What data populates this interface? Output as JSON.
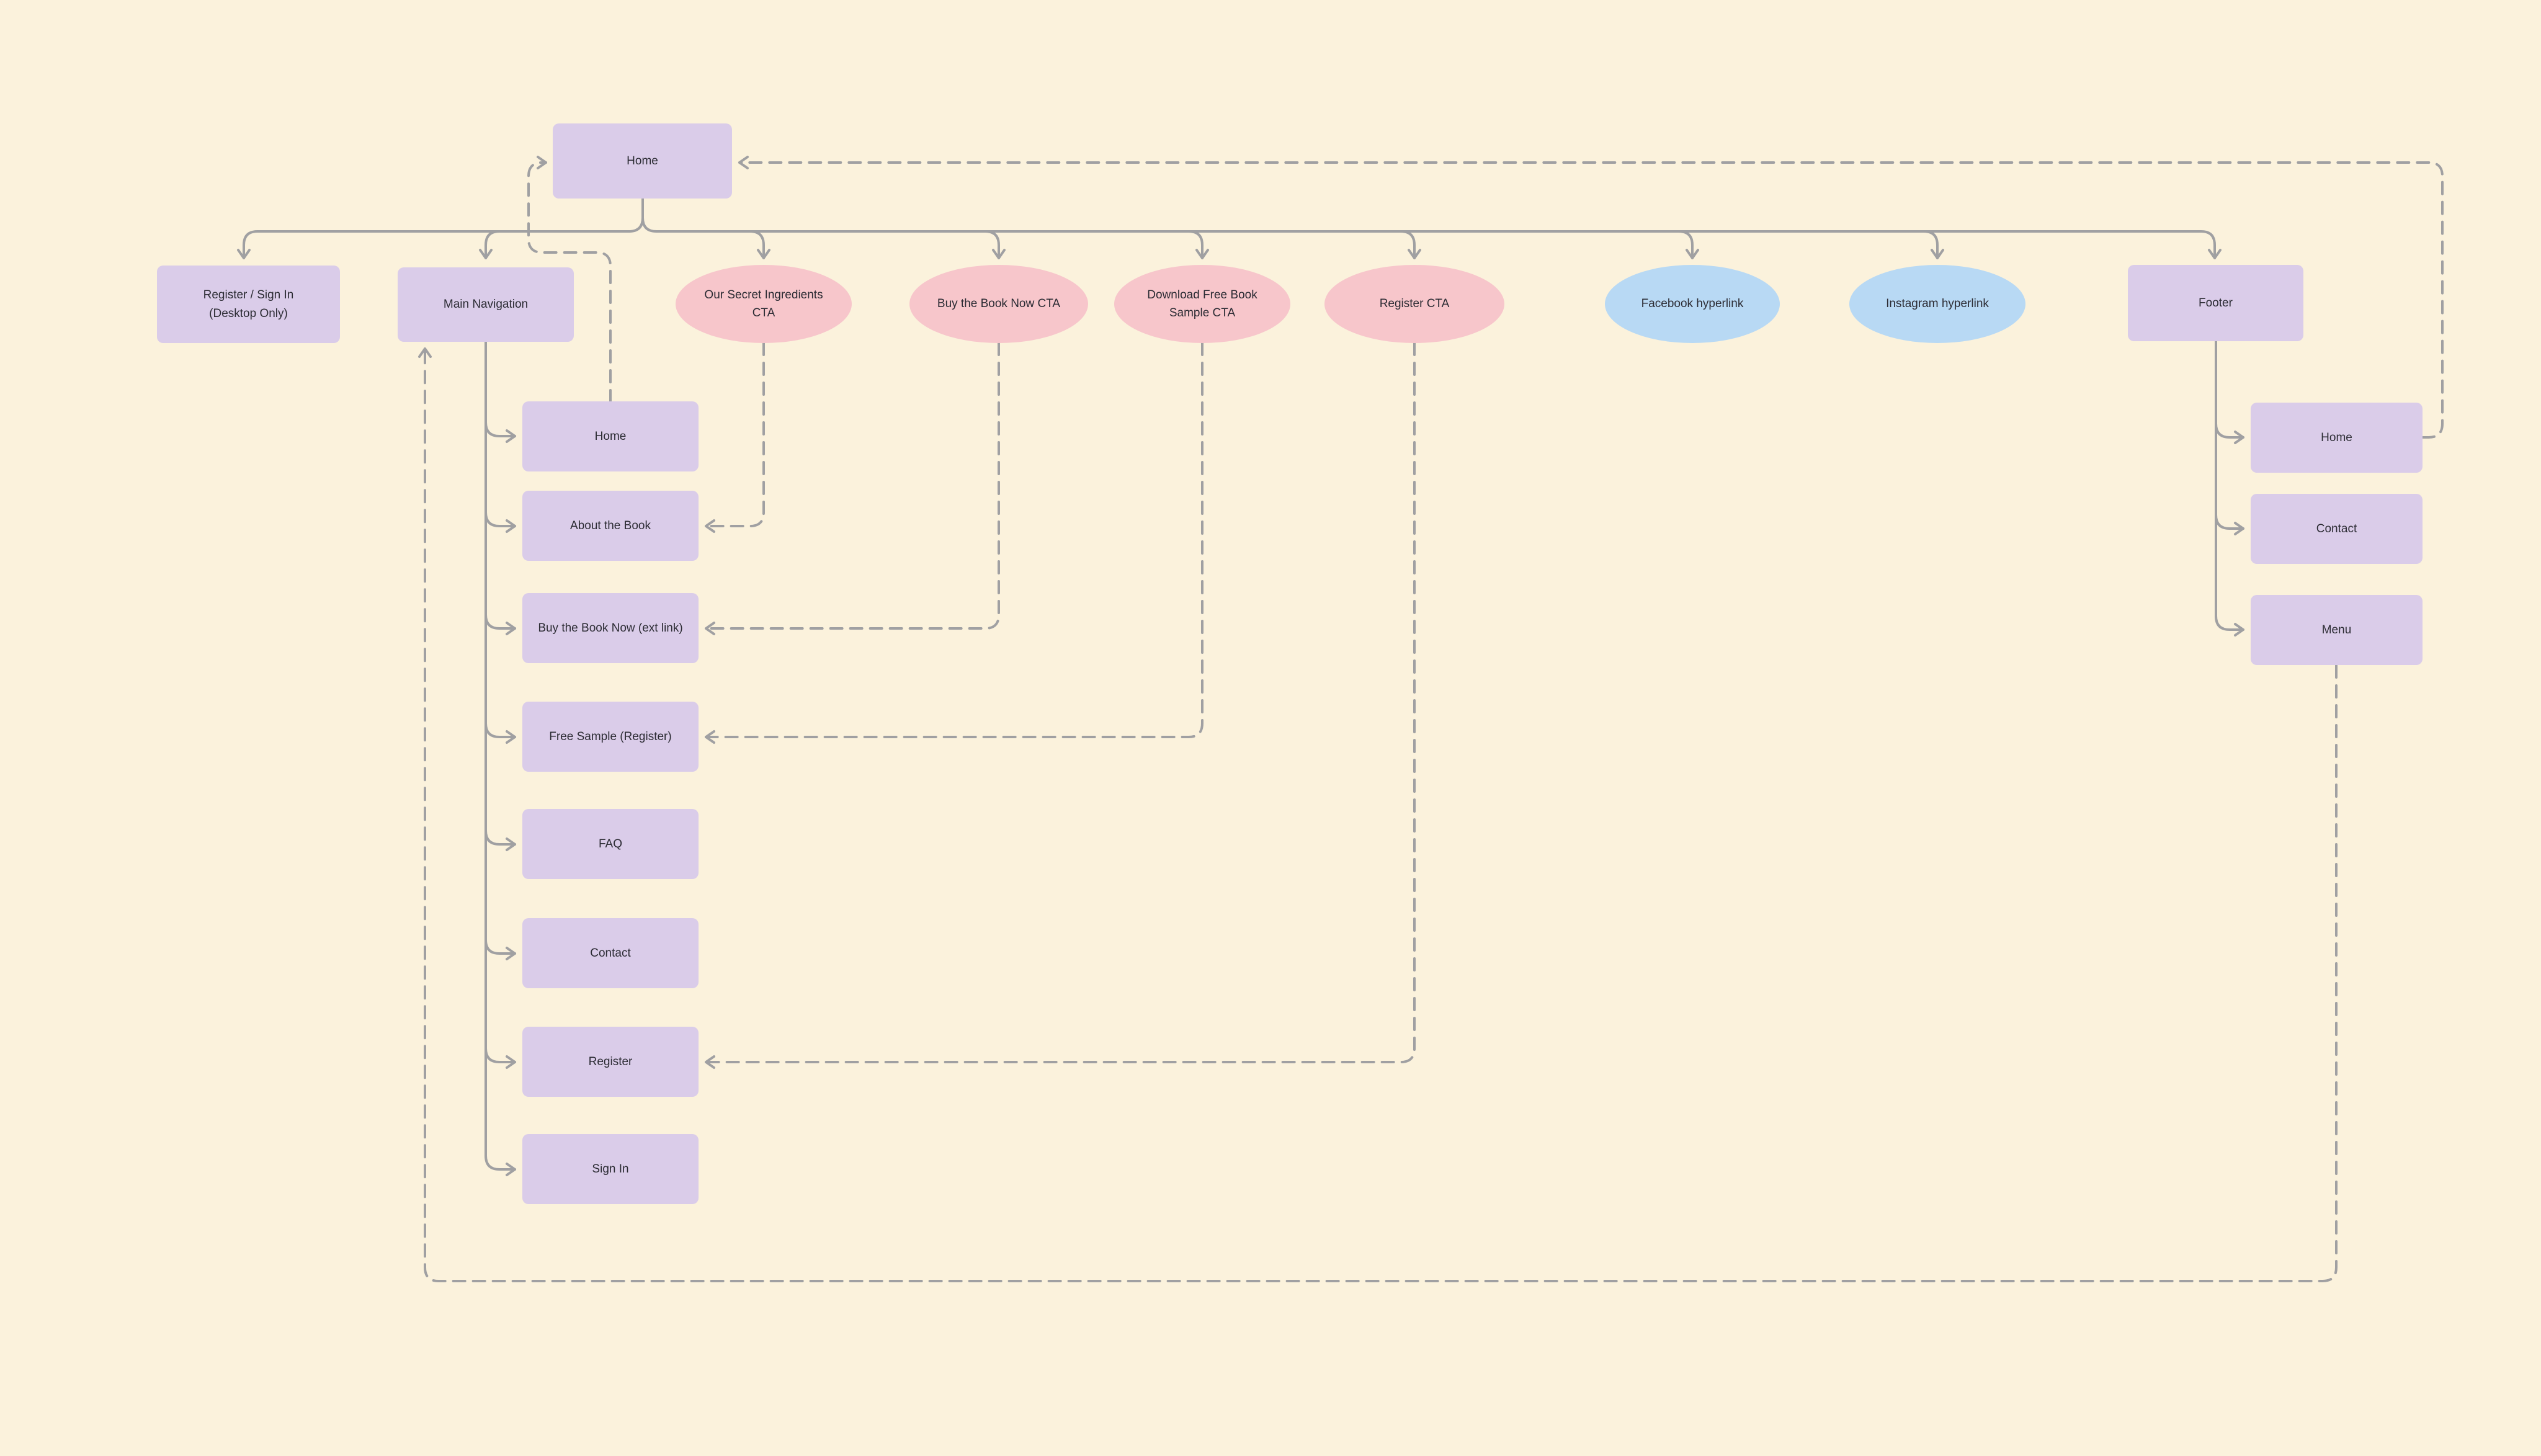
{
  "diagram": {
    "kind": "sitemap-flowchart",
    "colors": {
      "background": "#FBF2DC",
      "page_node": "#DACCE9",
      "cta_node": "#F7C6CB",
      "hyperlink_node": "#B8D9F4",
      "connector": "#A0A0A2",
      "text": "#2B2B33"
    },
    "nodes": {
      "home": {
        "label": "Home",
        "shape": "rect",
        "type": "page"
      },
      "register_signin": {
        "label": "Register / Sign In\n(Desktop Only)",
        "shape": "rect",
        "type": "page"
      },
      "main_navigation": {
        "label": "Main Navigation",
        "shape": "rect",
        "type": "page"
      },
      "secret_cta": {
        "label": "Our Secret Ingredients\nCTA",
        "shape": "ellipse",
        "type": "cta"
      },
      "buy_cta": {
        "label": "Buy the Book Now CTA",
        "shape": "ellipse",
        "type": "cta"
      },
      "download_cta": {
        "label": "Download Free Book\nSample CTA",
        "shape": "ellipse",
        "type": "cta"
      },
      "register_cta": {
        "label": "Register CTA",
        "shape": "ellipse",
        "type": "cta"
      },
      "facebook_link": {
        "label": "Facebook hyperlink",
        "shape": "ellipse",
        "type": "hyperlink"
      },
      "instagram_link": {
        "label": "Instagram hyperlink",
        "shape": "ellipse",
        "type": "hyperlink"
      },
      "footer": {
        "label": "Footer",
        "shape": "rect",
        "type": "page"
      },
      "nav_home": {
        "label": "Home",
        "shape": "rect",
        "type": "page"
      },
      "nav_about": {
        "label": "About the Book",
        "shape": "rect",
        "type": "page"
      },
      "nav_buy": {
        "label": "Buy the Book Now (ext link)",
        "shape": "rect",
        "type": "page"
      },
      "nav_free_sample": {
        "label": "Free Sample (Register)",
        "shape": "rect",
        "type": "page"
      },
      "nav_faq": {
        "label": "FAQ",
        "shape": "rect",
        "type": "page"
      },
      "nav_contact": {
        "label": "Contact",
        "shape": "rect",
        "type": "page"
      },
      "nav_register": {
        "label": "Register",
        "shape": "rect",
        "type": "page"
      },
      "nav_signin": {
        "label": "Sign In",
        "shape": "rect",
        "type": "page"
      },
      "footer_home": {
        "label": "Home",
        "shape": "rect",
        "type": "page"
      },
      "footer_contact": {
        "label": "Contact",
        "shape": "rect",
        "type": "page"
      },
      "footer_menu": {
        "label": "Menu",
        "shape": "rect",
        "type": "page"
      }
    },
    "edges": [
      {
        "from": "home",
        "to": "register_signin",
        "style": "solid"
      },
      {
        "from": "home",
        "to": "main_navigation",
        "style": "solid"
      },
      {
        "from": "home",
        "to": "secret_cta",
        "style": "solid"
      },
      {
        "from": "home",
        "to": "buy_cta",
        "style": "solid"
      },
      {
        "from": "home",
        "to": "download_cta",
        "style": "solid"
      },
      {
        "from": "home",
        "to": "register_cta",
        "style": "solid"
      },
      {
        "from": "home",
        "to": "facebook_link",
        "style": "solid"
      },
      {
        "from": "home",
        "to": "instagram_link",
        "style": "solid"
      },
      {
        "from": "home",
        "to": "footer",
        "style": "solid"
      },
      {
        "from": "main_navigation",
        "to": "nav_home",
        "style": "solid"
      },
      {
        "from": "main_navigation",
        "to": "nav_about",
        "style": "solid"
      },
      {
        "from": "main_navigation",
        "to": "nav_buy",
        "style": "solid"
      },
      {
        "from": "main_navigation",
        "to": "nav_free_sample",
        "style": "solid"
      },
      {
        "from": "main_navigation",
        "to": "nav_faq",
        "style": "solid"
      },
      {
        "from": "main_navigation",
        "to": "nav_contact",
        "style": "solid"
      },
      {
        "from": "main_navigation",
        "to": "nav_register",
        "style": "solid"
      },
      {
        "from": "main_navigation",
        "to": "nav_signin",
        "style": "solid"
      },
      {
        "from": "footer",
        "to": "footer_home",
        "style": "solid"
      },
      {
        "from": "footer",
        "to": "footer_contact",
        "style": "solid"
      },
      {
        "from": "footer",
        "to": "footer_menu",
        "style": "solid"
      },
      {
        "from": "nav_home",
        "to": "home",
        "style": "dashed"
      },
      {
        "from": "footer_home",
        "to": "home",
        "style": "dashed"
      },
      {
        "from": "footer_menu",
        "to": "main_navigation",
        "style": "dashed"
      },
      {
        "from": "secret_cta",
        "to": "nav_about",
        "style": "dashed"
      },
      {
        "from": "buy_cta",
        "to": "nav_buy",
        "style": "dashed"
      },
      {
        "from": "download_cta",
        "to": "nav_free_sample",
        "style": "dashed"
      },
      {
        "from": "register_cta",
        "to": "nav_register",
        "style": "dashed"
      }
    ]
  }
}
